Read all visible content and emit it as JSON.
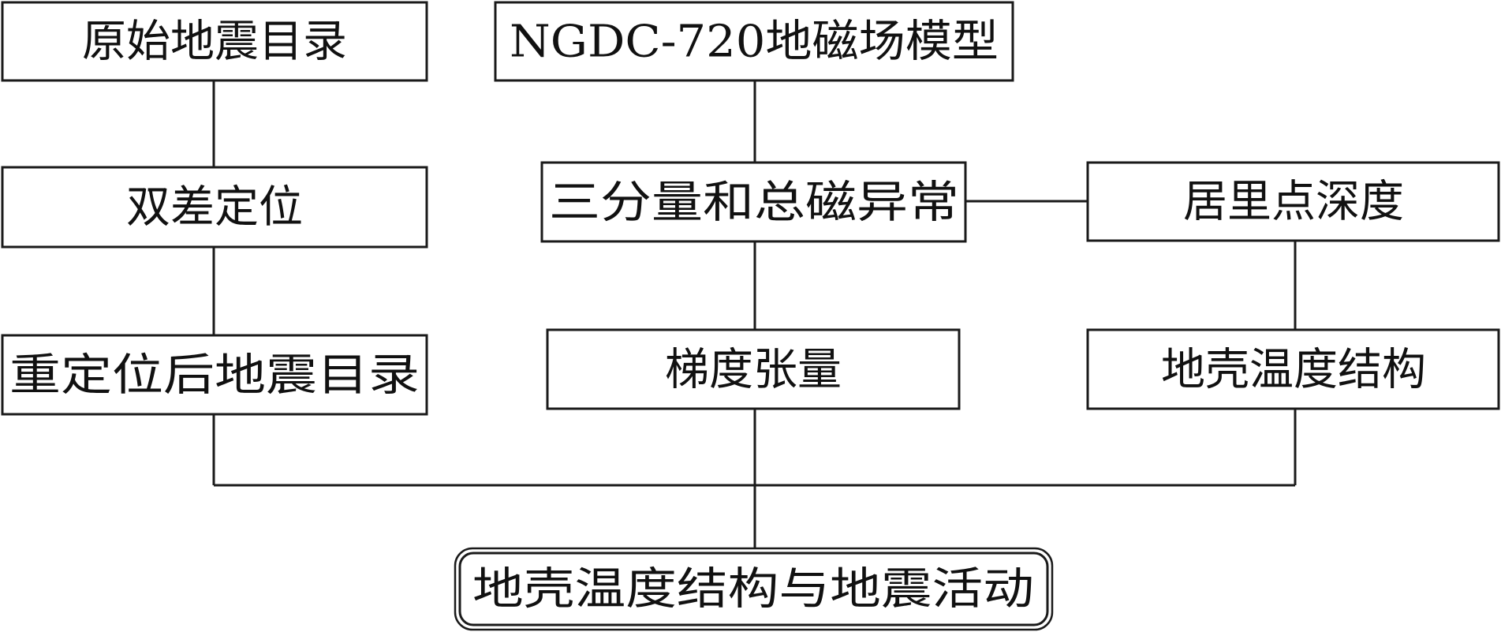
{
  "diagram": {
    "nodes": {
      "original_catalog": "原始地震目录",
      "double_difference": "双差定位",
      "relocated_catalog": "重定位后地震目录",
      "ngdc_model": "NGDC-720地磁场模型",
      "magnetic_anomaly": "三分量和总磁异常",
      "gradient_tensor": "梯度张量",
      "curie_depth": "居里点深度",
      "crustal_temperature": "地壳温度结构",
      "result": "地壳温度结构与地震活动"
    }
  }
}
